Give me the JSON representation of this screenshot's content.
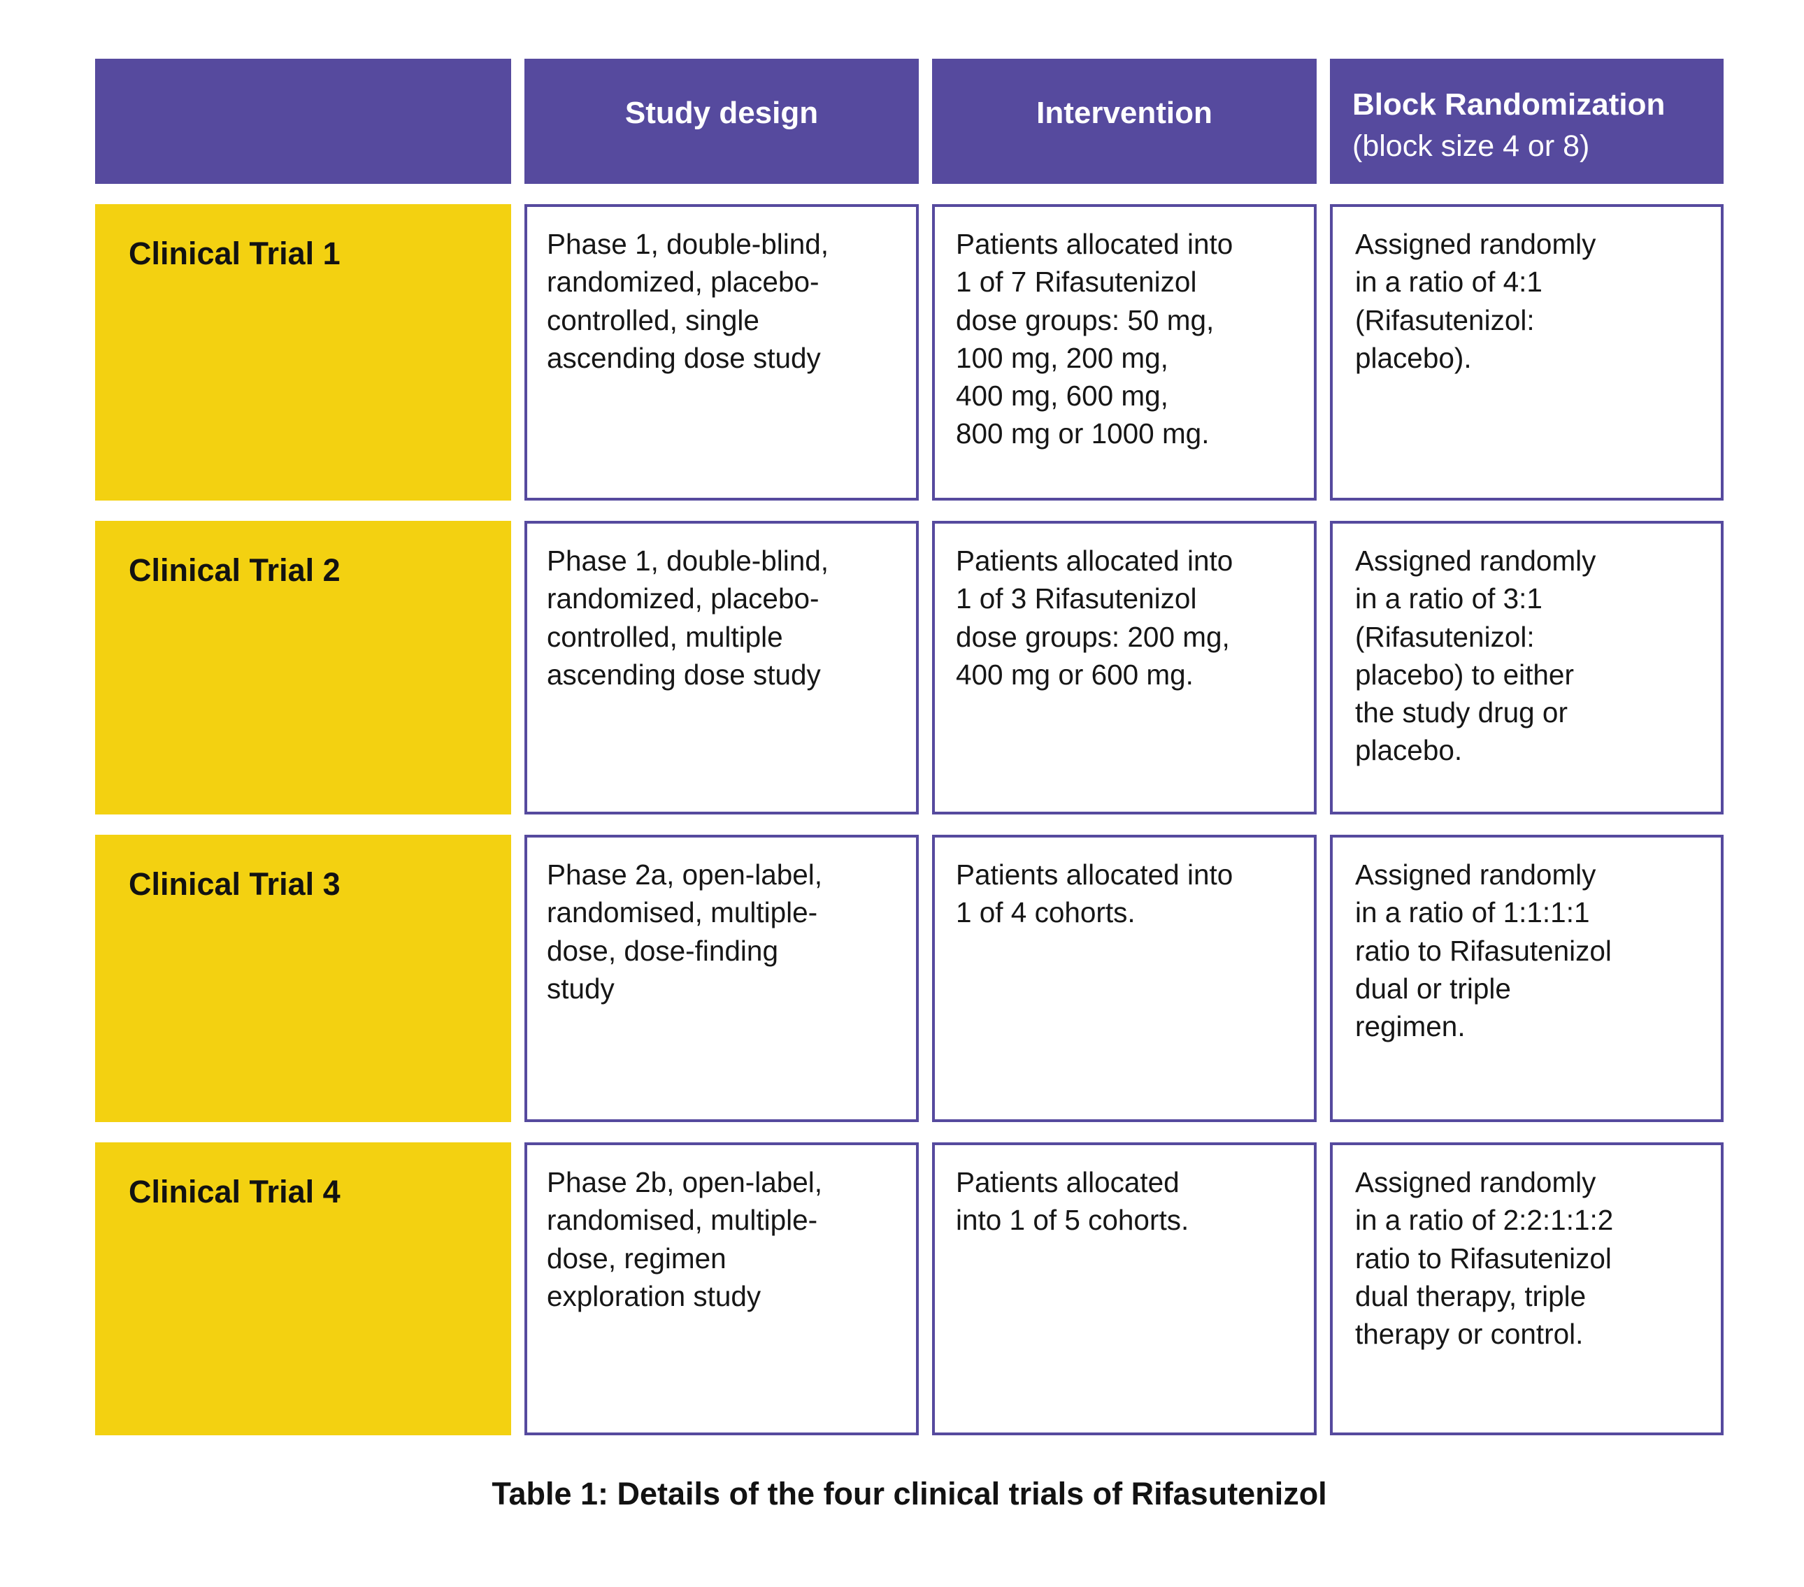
{
  "colors": {
    "header_purple": "#564A9E",
    "trial_yellow": "#F3D111",
    "cell_border_purple": "#564A9E",
    "body_text": "#161616",
    "header_text": "#FFFFFF"
  },
  "table": {
    "header": {
      "study_design": "Study design",
      "intervention": "Intervention",
      "block_randomization": "Block Randomization",
      "block_size_note": "(block size 4 or 8)"
    },
    "rows": [
      {
        "trial": "Clinical Trial 1",
        "study_design": "Phase 1, double-blind,\nrandomized, placebo-\ncontrolled, single\nascending dose study",
        "intervention": "Patients allocated into\n1 of 7 Rifasutenizol\ndose groups: 50 mg,\n100 mg, 200 mg,\n400 mg, 600 mg,\n800 mg or 1000 mg.",
        "block_randomization": "Assigned randomly\nin a ratio of 4:1\n(Rifasutenizol:\nplacebo)."
      },
      {
        "trial": "Clinical Trial 2",
        "study_design": "Phase 1, double-blind,\nrandomized, placebo-\ncontrolled, multiple\nascending dose study",
        "intervention": "Patients allocated into\n1 of 3 Rifasutenizol\ndose groups: 200 mg,\n400 mg or 600 mg.",
        "block_randomization": "Assigned randomly\nin a ratio of 3:1\n(Rifasutenizol:\nplacebo) to either\nthe study drug or\nplacebo."
      },
      {
        "trial": "Clinical Trial 3",
        "study_design": "Phase 2a, open-label,\nrandomised, multiple-\ndose, dose-finding\nstudy",
        "intervention": "Patients allocated into\n1 of 4 cohorts.",
        "block_randomization": "Assigned randomly\nin a ratio of 1:1:1:1\nratio to Rifasutenizol\ndual or triple\nregimen."
      },
      {
        "trial": "Clinical Trial 4",
        "study_design": "Phase 2b, open-label,\nrandomised, multiple-\ndose, regimen\nexploration study",
        "intervention": "Patients allocated\ninto 1 of 5 cohorts.",
        "block_randomization": "Assigned randomly\nin a ratio of 2:2:1:1:2\nratio to Rifasutenizol\ndual therapy, triple\ntherapy or control."
      }
    ],
    "caption": "Table 1: Details of the four clinical trials of Rifasutenizol"
  }
}
